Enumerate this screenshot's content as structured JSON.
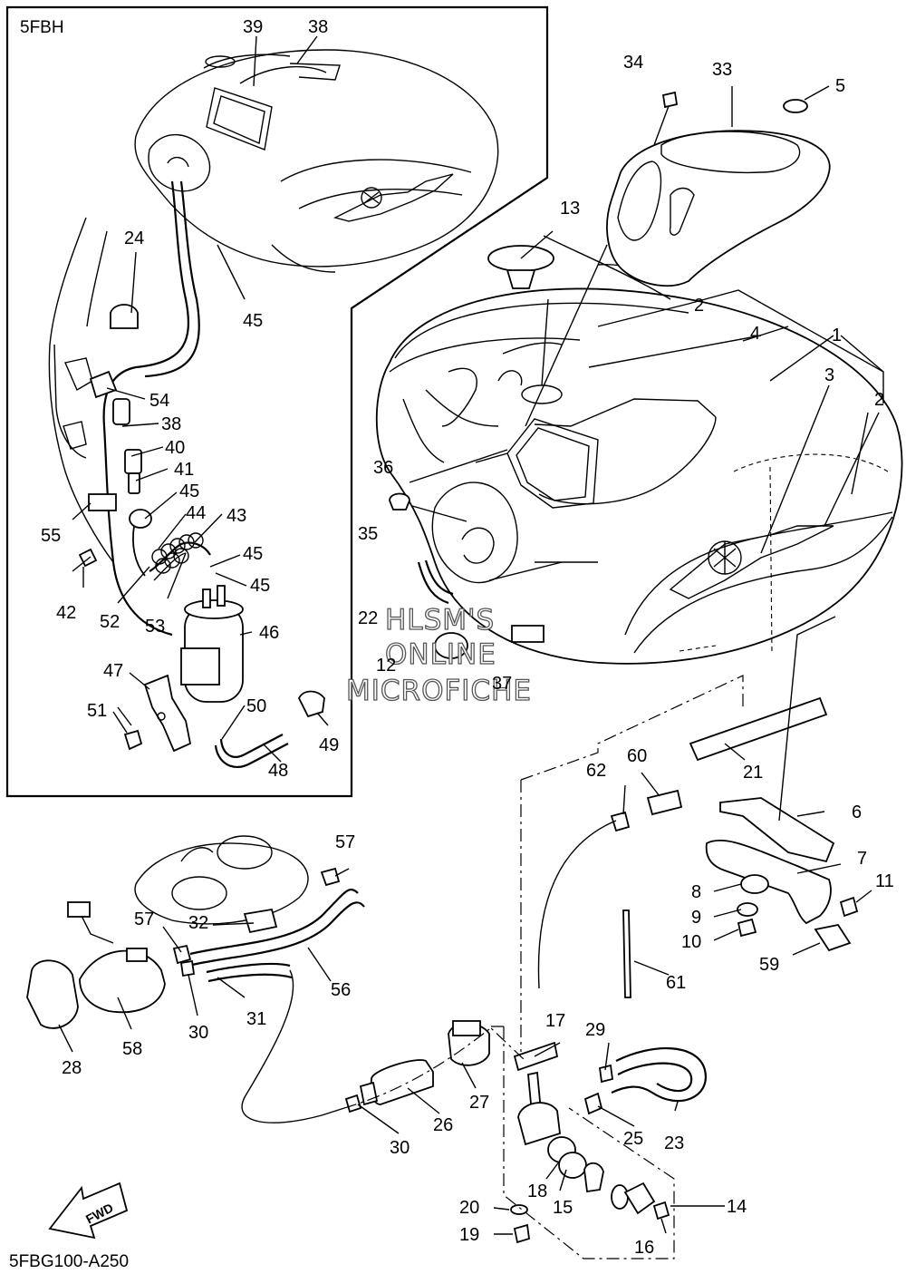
{
  "inset_code": "5FBH",
  "diagram_code": "5FBG100-A250",
  "direction_label": "FWD",
  "watermark": [
    "HLSM'S",
    "ONLINE",
    "MICROFICHE"
  ],
  "callouts": {
    "c1": "1",
    "c2a": "2",
    "c2b": "2",
    "c3": "3",
    "c4": "4",
    "c5": "5",
    "c6": "6",
    "c7": "7",
    "c8": "8",
    "c9": "9",
    "c10": "10",
    "c11": "11",
    "c12": "12",
    "c13": "13",
    "c14": "14",
    "c15": "15",
    "c16": "16",
    "c17": "17",
    "c18": "18",
    "c19": "19",
    "c20": "20",
    "c21": "21",
    "c22": "22",
    "c23": "23",
    "c24": "24",
    "c25": "25",
    "c26": "26",
    "c27": "27",
    "c28": "28",
    "c29": "29",
    "c30a": "30",
    "c30b": "30",
    "c31": "31",
    "c32": "32",
    "c33": "33",
    "c34": "34",
    "c35": "35",
    "c36": "36",
    "c37": "37",
    "c38a": "38",
    "c38b": "38",
    "c39": "39",
    "c40": "40",
    "c41": "41",
    "c42": "42",
    "c43": "43",
    "c44": "44",
    "c45a": "45",
    "c45b": "45",
    "c45c": "45",
    "c45d": "45",
    "c46": "46",
    "c47": "47",
    "c48": "48",
    "c49": "49",
    "c50": "50",
    "c51": "51",
    "c52": "52",
    "c53": "53",
    "c54": "54",
    "c55": "55",
    "c56": "56",
    "c57a": "57",
    "c57b": "57",
    "c58": "58",
    "c59": "59",
    "c60": "60",
    "c61": "61",
    "c62": "62"
  }
}
